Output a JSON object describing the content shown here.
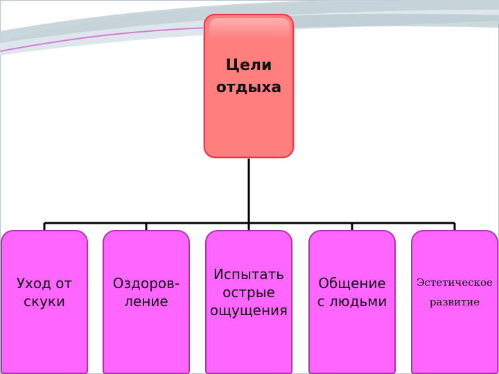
{
  "diagram": {
    "root": {
      "label": "Цели\nотдыха"
    },
    "children": [
      {
        "id": "boredom",
        "label": "Уход от\nскуки"
      },
      {
        "id": "health",
        "label": "Оздоров-\nление"
      },
      {
        "id": "thrill",
        "label": "Испытать\nострые\nощущения"
      },
      {
        "id": "social",
        "label": "Общение\nс людьми"
      },
      {
        "id": "aesthetic",
        "label": "Эстетическое\nразвитие"
      }
    ]
  },
  "colors": {
    "root_fill": "#ff7f7f",
    "root_border": "#e8384a",
    "child_fill": "#ff66ff",
    "child_border": "#b030b0",
    "connector": "#000000",
    "swoosh": "#c8d6dc"
  }
}
